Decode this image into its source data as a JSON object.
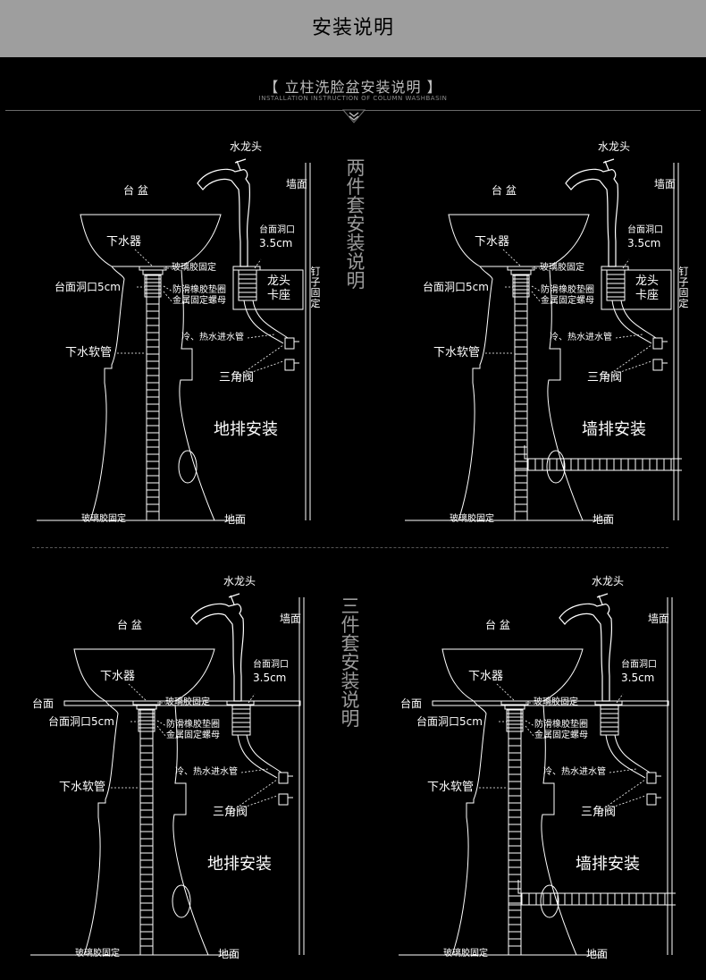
{
  "header": {
    "title": "安装说明"
  },
  "section": {
    "subtitle": "【 立柱洗脸盆安装说明 】",
    "subtitle_en": "INSTALLATION INSTRUCTION OF COLUMN WASHBASIN"
  },
  "groups": {
    "two_piece": "两件套安装说明",
    "three_piece": "三件套安装说明"
  },
  "labels": {
    "faucet": "水龙头",
    "basin": "台 盆",
    "wall": "墙面",
    "drain": "下水器",
    "glass_glue_fixed": "玻璃胶固定",
    "counter_hole_faucet": "台面洞口",
    "faucet_hole_size": "3.5cm",
    "counter_hole_drain": "台面洞口5cm",
    "anti_slip_gasket": "防滑橡胶垫圈",
    "metal_nut": "金属固定螺母",
    "faucet_seat": "龙头卡座",
    "nail_seat": "钉子固定",
    "water_inlet": "冷、热水进水管",
    "drain_hose": "下水软管",
    "angle_valve": "三角阀",
    "floor": "地面",
    "glass_glue_bottom": "玻璃胶固定",
    "countertop": "台面"
  },
  "panels": [
    {
      "mode": "地排安装"
    },
    {
      "mode": "墙排安装"
    },
    {
      "mode": "地排安装"
    },
    {
      "mode": "墙排安装"
    }
  ]
}
